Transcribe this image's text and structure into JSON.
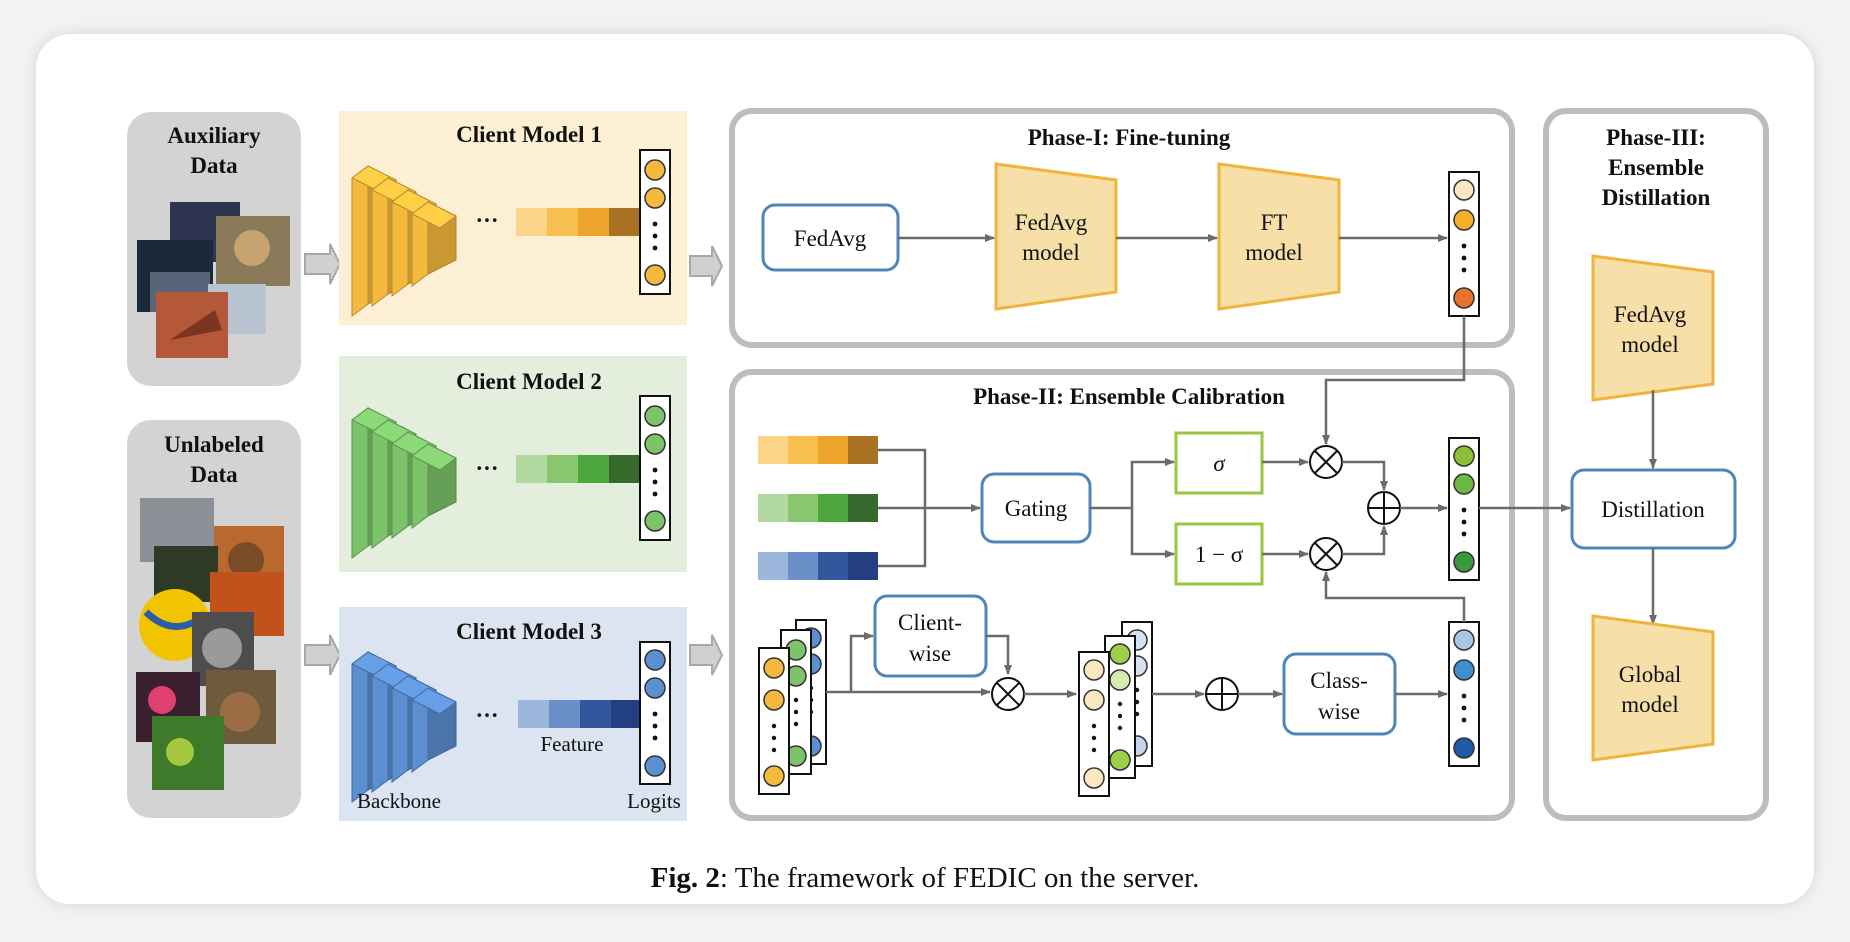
{
  "data_panels": {
    "auxiliary": "Auxiliary Data",
    "unlabeled": "Unlabeled Data"
  },
  "client_models": [
    {
      "title": "Client Model 1",
      "color": "#f5b93e"
    },
    {
      "title": "Client Model 2",
      "color": "#7cc36a"
    },
    {
      "title": "Client Model 3",
      "color": "#5b8fcf"
    }
  ],
  "client_labels": {
    "backbone": "Backbone",
    "feature": "Feature",
    "logits": "Logits",
    "dots": "···"
  },
  "phase1": {
    "title": "Phase-I: Fine-tuning",
    "fedavg": "FedAvg",
    "fedavg_model": "FedAvg model",
    "ft_model": "FT model"
  },
  "phase2": {
    "title": "Phase-II: Ensemble Calibration",
    "gating": "Gating",
    "sigma": "σ",
    "one_minus_sigma": "1 − σ",
    "client_wise": "Client- wise",
    "class_wise": "Class- wise"
  },
  "phase3": {
    "title": "Phase-III: Ensemble Distillation",
    "fedavg_model": "FedAvg model",
    "distillation": "Distillation",
    "global_model": "Global model"
  },
  "caption": {
    "label": "Fig. 2",
    "text": ": The framework of FEDIC on the server."
  },
  "colors": {
    "orange": "#f5b93e",
    "green": "#7cc36a",
    "blue": "#5b8fcf",
    "trapezoid_fill": "#f7dfa8",
    "trapezoid_stroke": "#f0b43c",
    "box_blue": "#4f86b8",
    "box_green": "#9bc53d",
    "arrow": "#6b6b6b"
  }
}
